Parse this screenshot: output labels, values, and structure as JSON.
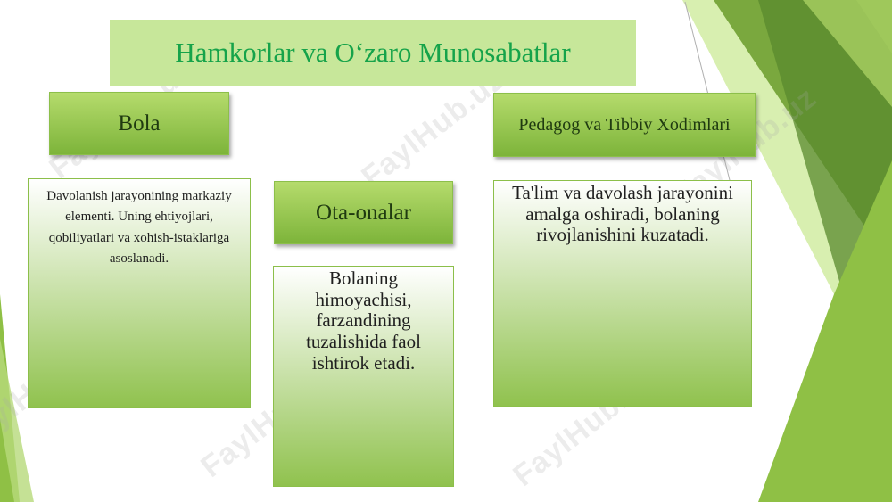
{
  "title": "Hamkorlar va O‘zaro Munosabatlar",
  "columns": [
    {
      "header": "Bola",
      "text": "Davolanish jarayonining markaziy elementi. Uning ehtiyojlari, qobiliyatlari va xohish-istaklariga asoslanadi."
    },
    {
      "header": "Ota-onalar",
      "text": "Bolaning himoyachisi, farzandining tuzalishida faol ishtirok etadi."
    },
    {
      "header": "Pedagog va Tibbiy Xodimlari",
      "text": "Ta'lim va davolash jarayonini amalga oshiradi, bolaning rivojlanishini kuzatadi."
    }
  ],
  "watermark": "FaylHub.uz",
  "colors": {
    "title_bg": "#c7e79a",
    "title_text": "#16a34a",
    "accent_green": "#7db43a"
  }
}
